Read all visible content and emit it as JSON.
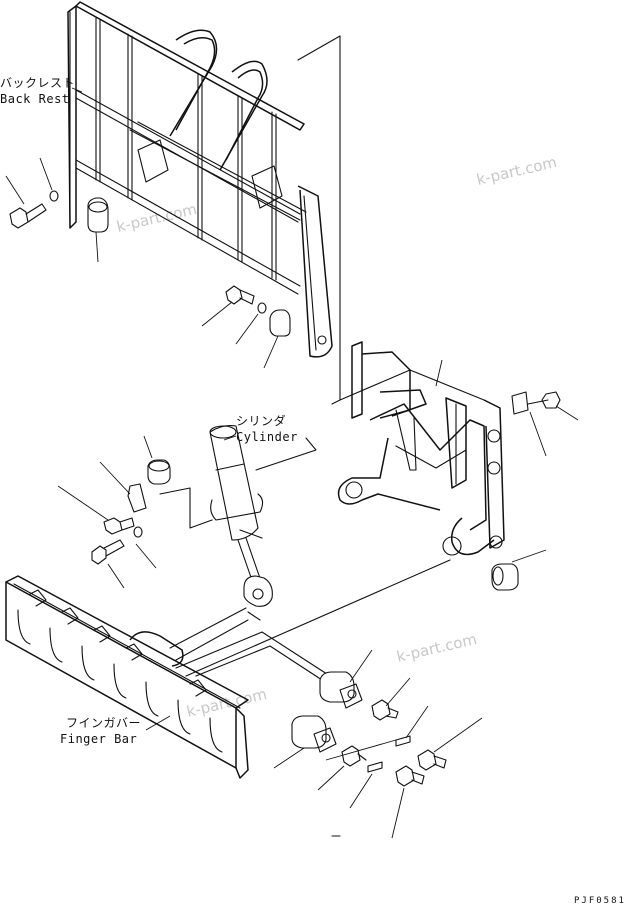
{
  "labels": {
    "back_rest_jp": "バックレスト",
    "back_rest_en": "Back Rest",
    "cylinder_jp": "シリンダ",
    "cylinder_en": "Cylinder",
    "finger_bar_jp": "フインガバー",
    "finger_bar_en": "Finger Bar"
  },
  "watermark": "k-part.com",
  "drawing_code": "PJF0581",
  "colors": {
    "line": "#111111",
    "background": "#ffffff",
    "watermark": "#c8c8c8"
  }
}
